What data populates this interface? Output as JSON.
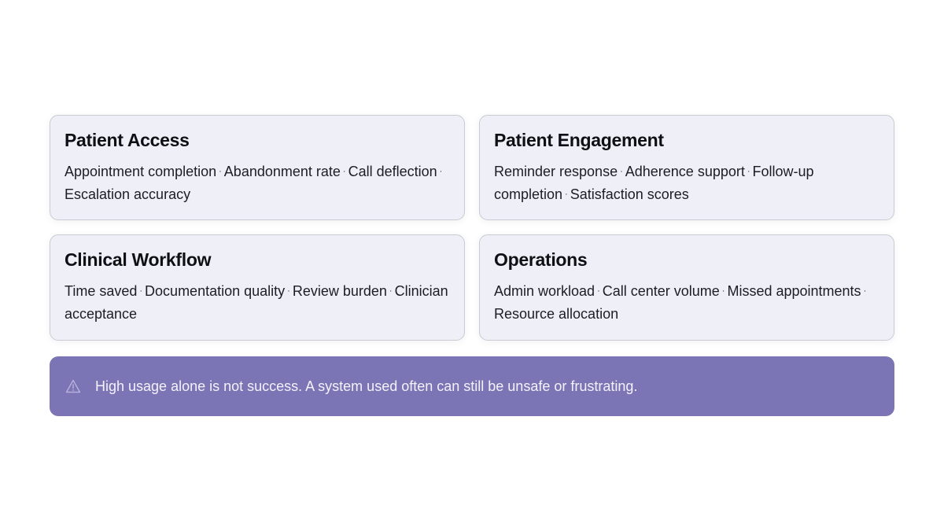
{
  "cards": [
    {
      "title": "Patient Access",
      "items": [
        "Appointment completion",
        "Abandonment rate",
        "Call deflection",
        "Escalation accuracy"
      ]
    },
    {
      "title": "Patient Engagement",
      "items": [
        "Reminder response",
        "Adherence support",
        "Follow-up completion",
        "Satisfaction scores"
      ]
    },
    {
      "title": "Clinical Workflow",
      "items": [
        "Time saved",
        "Documentation quality",
        "Review burden",
        "Clinician acceptance"
      ]
    },
    {
      "title": "Operations",
      "items": [
        "Admin workload",
        "Call center volume",
        "Missed appointments",
        "Resource allocation"
      ]
    }
  ],
  "callout": {
    "icon": "warning-icon",
    "text": "High usage alone is not success. A system used often can still be unsafe or frustrating.",
    "background": "#7b75b5"
  },
  "colors": {
    "card_background": "#eeeff7",
    "card_border": "#c9cad3"
  }
}
